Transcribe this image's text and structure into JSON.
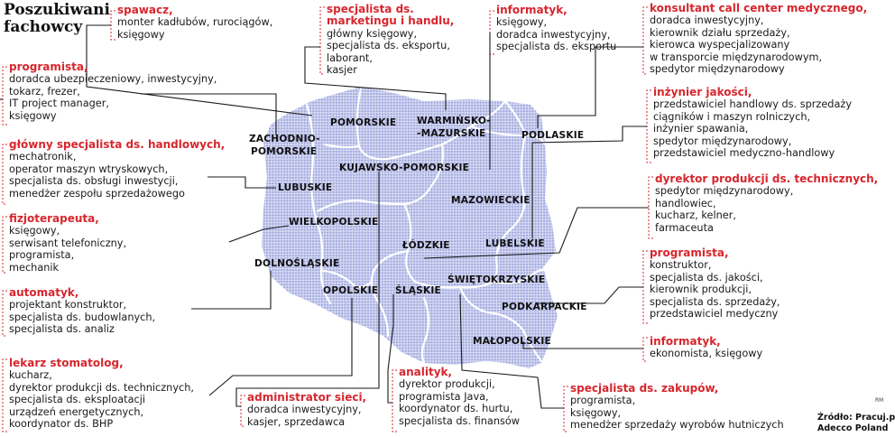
{
  "title": "Poszukiwani fachowcy",
  "credit": "RM",
  "source_line1": "Źródło: Pracuj.pl,",
  "source_line2": "Adecco Poland",
  "colors": {
    "accent": "#d7262d",
    "map_fill": "#b9bfe6",
    "text": "#1a1a1a"
  },
  "regions": {
    "pomorskie": "POMORSKIE",
    "warminsko1": "WARMIŃSKO-",
    "warminsko2": "-MAZURSKIE",
    "podlaskie": "PODLASKIE",
    "zachodnio1": "ZACHODNIO-",
    "zachodnio2": "POMORSKIE",
    "kujawsko": "KUJAWSKO-POMORSKIE",
    "lubuskie": "LUBUSKIE",
    "mazowieckie": "MAZOWIECKIE",
    "wielkopolskie": "WIELKOPOLSKIE",
    "lodzkie": "ŁÓDZKIE",
    "lubelskie": "LUBELSKIE",
    "dolnoslaskie": "DOLNOŚLĄSKIE",
    "swietokrzyskie": "ŚWIĘTOKRZYSKIE",
    "opolskie": "OPOLSKIE",
    "slaskie": "ŚLĄSKIE",
    "podkarpackie": "PODKARPACKIE",
    "malopolskie": "MAŁOPOLSKIE"
  },
  "pomorskie_box": {
    "head": "spawacz,",
    "items": [
      "monter kadłubów, rurociągów,",
      "księgowy"
    ]
  },
  "warminsko_box": {
    "head1": "specjalista ds.",
    "head2": "marketingu i handlu,",
    "items": [
      "główny księgowy,",
      "specjalista ds. eksportu,",
      "laborant,",
      "kasjer"
    ]
  },
  "podlaskie_box": {
    "head": "informatyk,",
    "items": [
      "księgowy,",
      "doradca inwestycyjny,",
      "specjalista ds. eksportu"
    ]
  },
  "mazowieckie_box": {
    "head": "konsultant call center medycznego,",
    "items": [
      "doradca inwestycyjny,",
      "kierownik działu sprzedaży,",
      "kierowca wyspecjalizowany",
      "w transporcie międzynarodowym,",
      "spedytor międzynarodowy"
    ]
  },
  "zachodnio_box": {
    "head": "programista,",
    "items": [
      "doradca ubezpieczeniowy, inwestycyjny,",
      "tokarz, frezer,",
      "IT project manager,",
      "księgowy"
    ]
  },
  "lubelskie_box": {
    "head": "inżynier jakości,",
    "items": [
      "przedstawiciel handlowy ds. sprzedaży",
      "ciągników i maszyn rolniczych,",
      "inżynier spawania,",
      "spedytor międzynarodowy,",
      "przedstawiciel medyczno-handlowy"
    ]
  },
  "lubuskie_box": {
    "head": "główny specjalista ds. handlowych,",
    "items": [
      "mechatronik,",
      "operator maszyn wtryskowych,",
      "specjalista ds. obsługi inwestycji,",
      "menedżer zespołu sprzedażowego"
    ]
  },
  "lodzkie_box": {
    "head": "dyrektor produkcji ds. technicznych,",
    "items": [
      "spedytor międzynarodowy,",
      "handlowiec,",
      "kucharz, kelner,",
      "farmaceuta"
    ]
  },
  "wielkopolskie_box": {
    "head": "fizjoterapeuta,",
    "items": [
      "księgowy,",
      "serwisant telefoniczny,",
      "programista,",
      "mechanik"
    ]
  },
  "podkarpackie_box": {
    "head": "programista,",
    "items": [
      "konstruktor,",
      "specjalista ds. jakości,",
      "kierownik produkcji,",
      "specjalista ds. sprzedaży,",
      "przedstawiciel medyczny"
    ]
  },
  "dolnoslaskie_box": {
    "head": "automatyk,",
    "items": [
      "projektant konstruktor,",
      "specjalista ds. budowlanych,",
      "specjalista ds. analiz"
    ]
  },
  "malopolskie_box": {
    "head": "informatyk,",
    "items": [
      "ekonomista, księgowy"
    ]
  },
  "opolskie_box": {
    "head": "lekarz stomatolog,",
    "items": [
      "kucharz,",
      "dyrektor produkcji ds. technicznych,",
      "specjalista ds. eksploatacji",
      "urządzeń energetycznych,",
      "koordynator ds. BHP"
    ]
  },
  "slaskie_admin_box": {
    "head": "administrator sieci,",
    "items": [
      "doradca inwestycyjny,",
      "kasjer, sprzedawca"
    ]
  },
  "slaskie_box": {
    "head": "analityk,",
    "items": [
      "dyrektor produkcji,",
      "programista Java,",
      "koordynator ds. hurtu,",
      "specjalista ds. finansów"
    ]
  },
  "swietokrzyskie_box": {
    "head": "specjalista ds. zakupów,",
    "items": [
      "programista,",
      "księgowy,",
      "menedżer sprzedaży wyrobów hutniczych"
    ]
  }
}
